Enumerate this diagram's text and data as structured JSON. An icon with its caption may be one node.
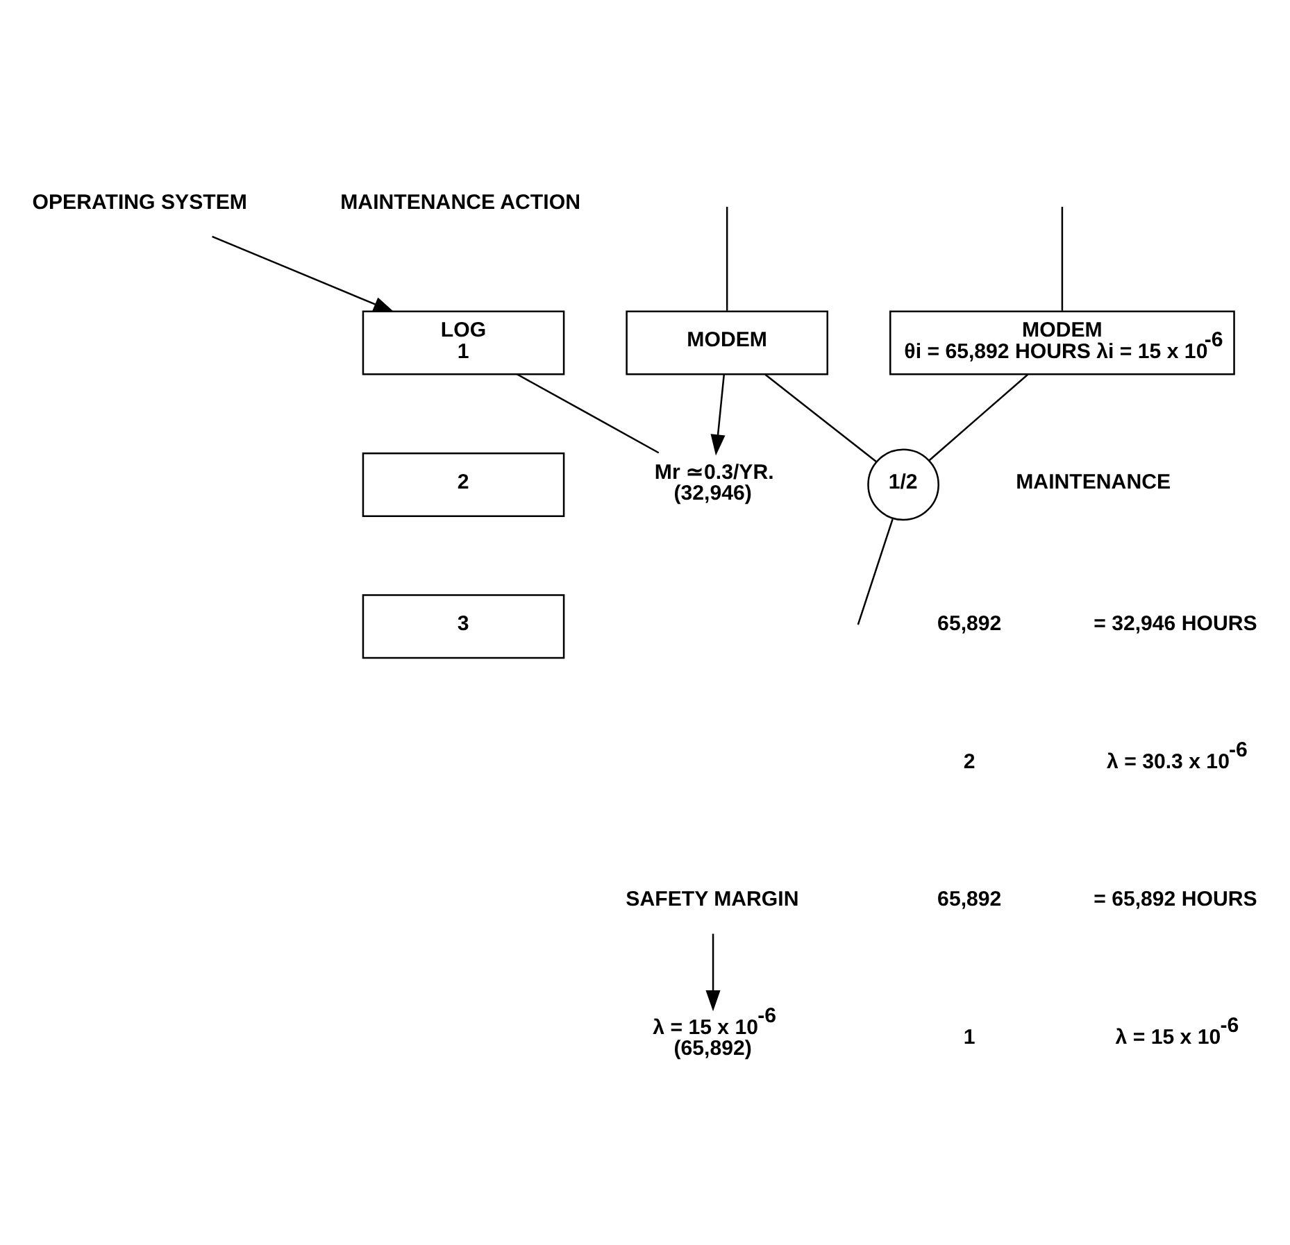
{
  "diagram": {
    "nodes": [
      {
        "text": [
          "MODEM",
          "θi = 65,892 HOURS λi = 15 x 10$^{-6}$"
        ]
      },
      {
        "text": [
          "MODEM"
        ]
      },
      {
        "text": [
          "1/2"
        ]
      },
      {
        "text": [
          "OPERATING SYSTEM"
        ]
      },
      {
        "text": [
          "LOG",
          "1"
        ]
      },
      {
        "text": [
          "2"
        ]
      },
      {
        "text": [
          "3"
        ]
      },
      {
        "text": [
          "Mr ≃0.3/YR.",
          "(32,946)"
        ]
      },
      {
        "text": [
          "SAFETY MARGIN"
        ]
      },
      {
        "text": [
          "λ = 15 x 10$^{-6}$",
          "(65,892)"
        ]
      }
    ],
    "edges": [
      {
        "from": null,
        "to": 0,
        "arrow": "none"
      },
      {
        "from": null,
        "to": 1,
        "arrow": "none"
      },
      {
        "from": 0,
        "to": 2,
        "arrow": "none"
      },
      {
        "from": 1,
        "to": 2,
        "arrow": "none"
      },
      {
        "from": 2,
        "to": null,
        "arrow": "none"
      },
      {
        "from": 3,
        "to": 4,
        "arrow": "to"
      },
      {
        "from": 1,
        "to": 7,
        "arrow": "to"
      },
      {
        "from": 4,
        "to": 7,
        "arrow": "none"
      },
      {
        "from": 8,
        "to": 9,
        "arrow": "to"
      }
    ],
    "labels": [
      "MAINTENANCE ACTION",
      "65,892",
      "2",
      "= 32,946 HOURS",
      "λ = 30.3 x 10$^{-6}$",
      "MAINTENANCE",
      "65,892",
      "1",
      "= 65,892 HOURS",
      "λ = 15 x 10$^{-6}$"
    ]
  }
}
